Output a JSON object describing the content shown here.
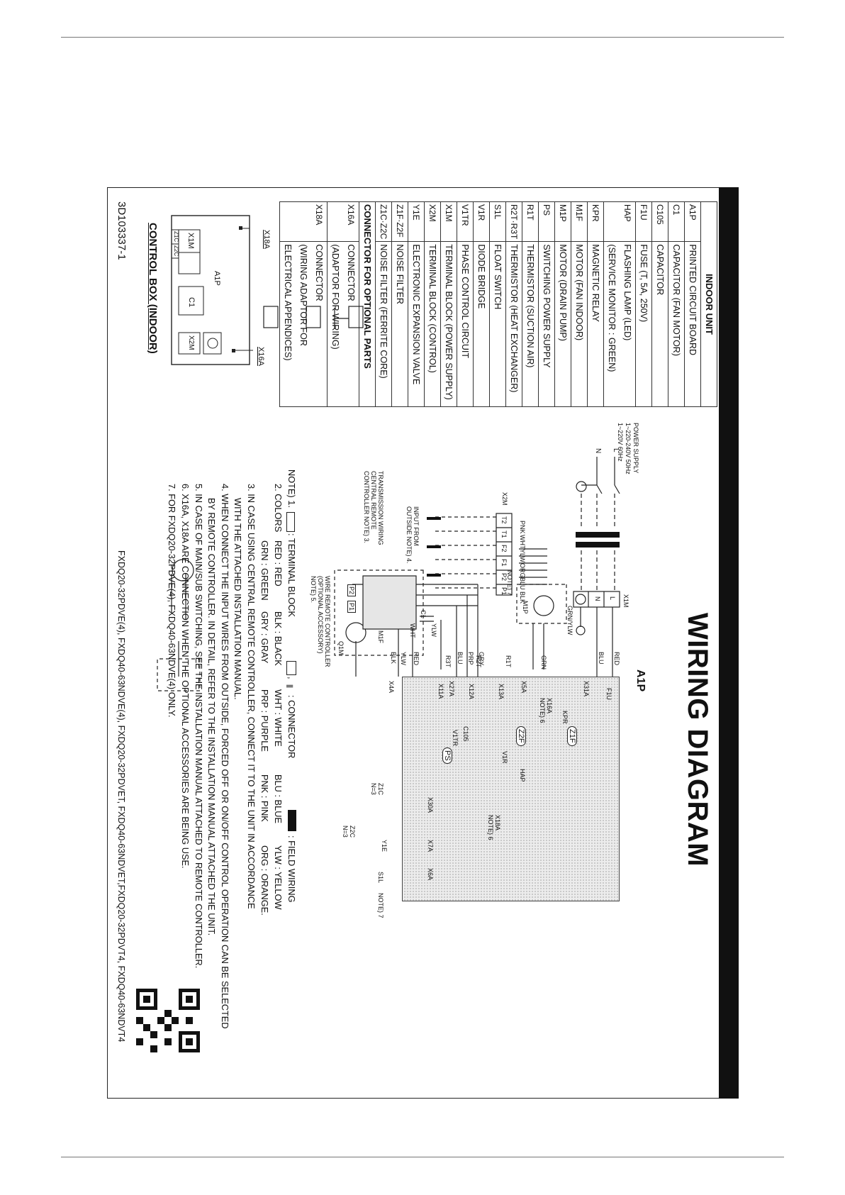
{
  "diagram": {
    "title": "WIRING DIAGRAM",
    "doc_code": "3D103337-1",
    "models": "FXDQ20-32PDVE(4), FXDQ40-63NDVE(4), FXDQ20-32PDVET, FXDQ40-63NDVET,FXDQ20-32PDVT4, FXDQ40-63NDVT4",
    "indoor_unit": {
      "header": "INDOOR UNIT",
      "rows": [
        {
          "code": "A1P",
          "desc": "PRINTED CIRCUIT BOARD"
        },
        {
          "code": "C1",
          "desc": "CAPACITOR (FAN MOTOR)"
        },
        {
          "code": "C105",
          "desc": "CAPACITOR"
        },
        {
          "code": "F1U",
          "desc": "FUSE (T, 5A, 250V)"
        },
        {
          "code": "HAP",
          "desc": "FLASHING LAMP (LED)",
          "desc2": "(SERVICE MONITOR : GREEN)"
        },
        {
          "code": "KPR",
          "desc": "MAGNETIC RELAY"
        },
        {
          "code": "M1F",
          "desc": "MOTOR (FAN INDOOR)"
        },
        {
          "code": "M1P",
          "desc": "MOTOR (DRAIN PUMP)"
        },
        {
          "code": "PS",
          "desc": "SWITCHING POWER SUPPLY"
        },
        {
          "code": "R1T",
          "desc": "THERMISTOR (SUCTION AIR)"
        },
        {
          "code": "R2T·R3T",
          "desc": "THERMISTOR (HEAT EXCHANGER)"
        },
        {
          "code": "S1L",
          "desc": "FLOAT SWITCH"
        },
        {
          "code": "V1R",
          "desc": "DIODE BRIDGE"
        },
        {
          "code": "V1TR",
          "desc": "PHASE CONTROL CIRCUIT"
        },
        {
          "code": "X1M",
          "desc": "TERMINAL BLOCK (POWER SUPPLY)"
        },
        {
          "code": "X2M",
          "desc": "TERMINAL BLOCK (CONTROL)"
        },
        {
          "code": "Y1E",
          "desc": "ELECTRONIC EXPANSION VALVE"
        },
        {
          "code": "Z1F·Z2F",
          "desc": "NOISE FILTER"
        },
        {
          "code": "Z1C·Z2C",
          "desc": "NOISE FILTER (FERRITE CORE)"
        }
      ],
      "optional_header": "CONNECTOR FOR OPTIONAL PARTS",
      "optional_rows": [
        {
          "code": "X16A",
          "desc": "CONNECTOR",
          "desc2": "(ADAPTOR FOR WIRING)"
        },
        {
          "code": "X18A",
          "desc": "CONNECTOR",
          "desc2": "(WIRING ADAPTOR FOR",
          "desc3": "ELECTRICAL APPENDICES)"
        }
      ]
    },
    "control_box": {
      "caption": "CONTROL BOX (INDOOR)",
      "x18a": "X18A",
      "x16a": "X16A",
      "a1p": "A1P",
      "c1": "C1",
      "x1m": "X1M",
      "x2m": "X2M",
      "z1c": "Z1C",
      "z2c": "Z2C"
    },
    "power_supply": {
      "label": "POWER SUPPLY",
      "line1": "1~220-240V 50Hz",
      "line2": "1~220V    60Hz",
      "l": "L",
      "n": "N"
    },
    "labels": {
      "a1p": "A1P",
      "x1m": "X1M",
      "l": "L",
      "n": "N",
      "red": "RED",
      "blu": "BLU",
      "grn_ylw": "GRN/YLW",
      "m1p": "M1P",
      "note7": "NOTE) 7",
      "x5a": "X5A",
      "x31a": "X31A",
      "f1u": "F1U",
      "kpr": "KPR",
      "gry": "GRY",
      "prp": "PRP",
      "blu2": "BLU",
      "x27a": "X27A",
      "c1": "C1",
      "wht": "WHT",
      "ylw": "YLW",
      "red2": "RED",
      "ylw2": "YLW",
      "blk": "BLK",
      "x4a": "X4A",
      "q1m": "Q1M",
      "m1f": "M1F",
      "v1tr": "V1TR",
      "z1f": "Z1F",
      "z2f": "Z2F",
      "x16a": "X16A",
      "note6": "NOTE) 6",
      "grn": "GRN",
      "r1t": "R1T",
      "r2t": "R2T",
      "r3t": "R3T",
      "x13a": "X13A",
      "x12a": "X12A",
      "x11a": "X11A",
      "v1r": "V1R",
      "hap": "HAP",
      "c105": "C105",
      "ps": "PS",
      "x18a": "X18A",
      "note6b": "NOTE) 6",
      "x30a": "X30A",
      "x7a": "X7A",
      "x6a": "X6A",
      "y1e": "Y1E",
      "s1l": "S1L",
      "note7b": "NOTE) 7",
      "z1c": "Z1C",
      "n3": "N=3",
      "z2c": "Z2C",
      "n3b": "N=3",
      "pnk": "PNK",
      "wht2": "WHT",
      "ylw3": "YLW",
      "org": "ORG",
      "blu3": "BLU",
      "blk2": "BLK",
      "x2m": "X2M",
      "t2": "T2",
      "t1": "T1",
      "f2": "F2",
      "f1": "F1",
      "p2": "P2",
      "p1": "P1",
      "input_outside_1": "INPUT FROM",
      "input_outside_2": "OUTSIDE NOTE) 4.",
      "trans_1": "TRANSMISSION WIRING",
      "trans_2": "CENTRAL REMOTE",
      "trans_3": "CONTROLLER NOTE) 3.",
      "wrc_1": "WIRE REMOTE CONTROLLER",
      "wrc_2": "(OPTIONAL ACCESSORY)",
      "wrc_3": "NOTE) 5.",
      "rc_p2": "P2",
      "rc_p1": "P1"
    },
    "notes": {
      "n1_prefix": "NOTE) 1.",
      "n1_terminal": ": TERMINAL BLOCK",
      "n1_connector": ", ",
      "n1_connector2": ": CONNECTOR",
      "n1_field": ": FIELD WIRING",
      "n2_prefix": "2. COLORS",
      "colors": [
        [
          "RED : RED",
          "BLK : BLACK",
          "WHT : WHITE",
          "BLU : BLUE",
          "YLW : YELLOW"
        ],
        [
          "GRN : GREEN",
          "GRY : GRAY",
          "PRP : PURPLE",
          "PNK : PINK",
          "ORG : ORANGE."
        ]
      ],
      "n3a": "3. IN CASE USING CENTRAL REMOTE CONTROLLER, CONNECT IT TO THE UNIT IN ACCORDANCE",
      "n3b": "WITH THE ATTACHED INSTALLATION MANUAL.",
      "n4a": "4. WHEN CONNECT THE INPUT WIRES FROM OUTSIDE, FORCED OFF OR ON/OFF CONTROL OPERATION CAN BE SELECTED",
      "n4b": "BY REMOTE CONTROLLER. IN DETAIL, REFER TO THE INSTALLATION MANUAL ATTACHED THE UNIT.",
      "n5": "5. IN CASE OF MAIN/SUB SWITCHING, SEE THE INSTALLATION MANUAL ATTACHED TO REMOTE CONTROLLER.",
      "n6": "6. X16A, X18A ARE CONNECTION WHEN THE OPTIONAL ACCESSORIES ARE BEING USE.",
      "n7": "7. FOR FXDQ20-32PDVE(4), FXDQ40-63NDVE(4) ONLY."
    }
  }
}
